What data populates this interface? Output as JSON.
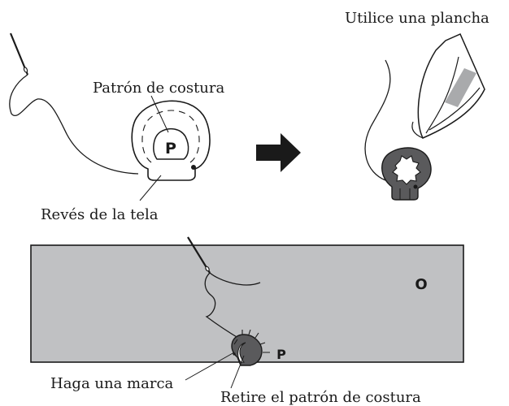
{
  "labels": {
    "pattern": "Patrón de costura",
    "fabric_back": "Revés de la tela",
    "use_iron": "Utilice una plancha",
    "make_mark": "Haga una marca",
    "remove_pattern": "Retire el patrón de costura"
  },
  "markers": {
    "pattern_letter": "P",
    "fabric_letter": "O",
    "bottom_pattern_letter": "P"
  },
  "colors": {
    "fabric": "#c0c1c3",
    "applique": "#5a5a5c",
    "iron_handle": "#a9aaac",
    "outline": "#1a1a1a"
  },
  "icons": {
    "arrow": "arrow-right-icon",
    "needle": "needle-icon",
    "iron": "iron-icon"
  }
}
